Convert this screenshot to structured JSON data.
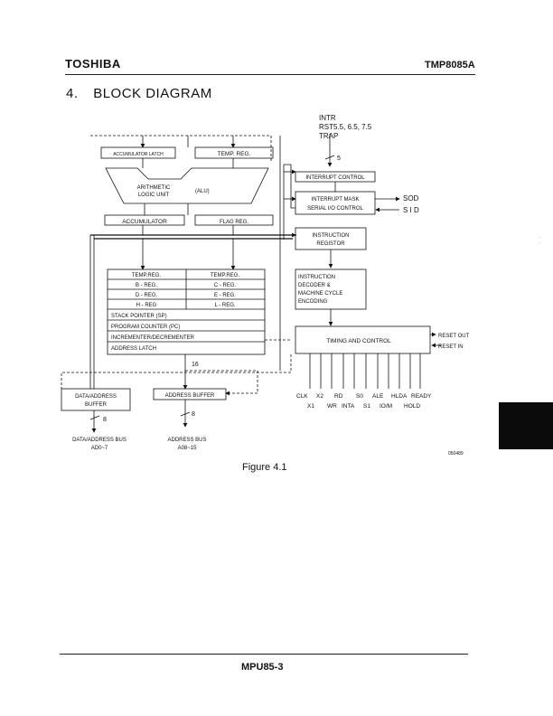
{
  "header": {
    "brand": "TOSHIBA",
    "part_number": "TMP8085A"
  },
  "section": {
    "number": "4.",
    "title": "BLOCK DIAGRAM"
  },
  "diagram": {
    "interrupt_inputs": [
      "INTR",
      "RST5.5, 6.5, 7.5",
      "TRAP"
    ],
    "interrupt_bus_width": "5",
    "blocks": {
      "accumulator_latch": "ACCUMULATOR LATCH",
      "temp_reg": "TEMP. REG.",
      "alu_line1": "ARITHMETIC",
      "alu_line2": "LOGIC UNIT",
      "alu_abbr": "(ALU)",
      "accumulator": "ACCUMULATOR",
      "flag_reg": "FLAG REG.",
      "interrupt_control": "INTERRUPT CONTROL",
      "interrupt_mask_line1": "INTERRUPT MASK",
      "interrupt_mask_line2": "SERIAL I/O CONTROL",
      "instruction_register_line1": "INSTRUCTION",
      "instruction_register_line2": "REGISTOR",
      "decoder_lines": [
        "INSTRUCTION",
        "DECODER &",
        "MACHINE CYCLE",
        "ENCODING"
      ],
      "timing_control": "TIMING AND CONTROL",
      "data_address_buffer_line1": "DATA/ADDRESS",
      "data_address_buffer_line2": "BUFFER",
      "address_buffer": "ADDRESS BUFFER"
    },
    "register_pairs": [
      [
        "TEMP.REG.",
        "TEMP.REG."
      ],
      [
        "B - REG.",
        "C - REG."
      ],
      [
        "D - REG.",
        "E - REG."
      ],
      [
        "H - REG",
        "L - REG."
      ]
    ],
    "register_wide_rows": [
      "STACK POINTER (SP)",
      "PROGRAM COUNTER (PC)",
      "INCREMENTER/DECREMENTER",
      "ADDRESS LATCH"
    ],
    "serial_signals": {
      "sod": "SOD",
      "sid": "S I D"
    },
    "reset_signals": {
      "reset_out": "RESET OUT",
      "reset_in": "RESET IN"
    },
    "control_signals_top": [
      "CLK",
      "X2",
      "RD",
      "S0",
      "ALE",
      "HLDA",
      "READY"
    ],
    "control_signals_bottom": [
      "X1",
      "WR",
      "INTA",
      "S1",
      "IO/M",
      "HOLD"
    ],
    "internal_bus_width": "16",
    "bus_width_low": "8",
    "bus_width_high": "8",
    "bus_labels": {
      "data_address_line1": "DATA/ADDRESS BUS",
      "data_address_line2": "AD0~7",
      "address_line1": "ADDRESS BUS",
      "address_line2": "A08~15"
    },
    "figure_code": "050489"
  },
  "caption": "Figure 4.1",
  "footer": {
    "page": "MPU85-3"
  }
}
